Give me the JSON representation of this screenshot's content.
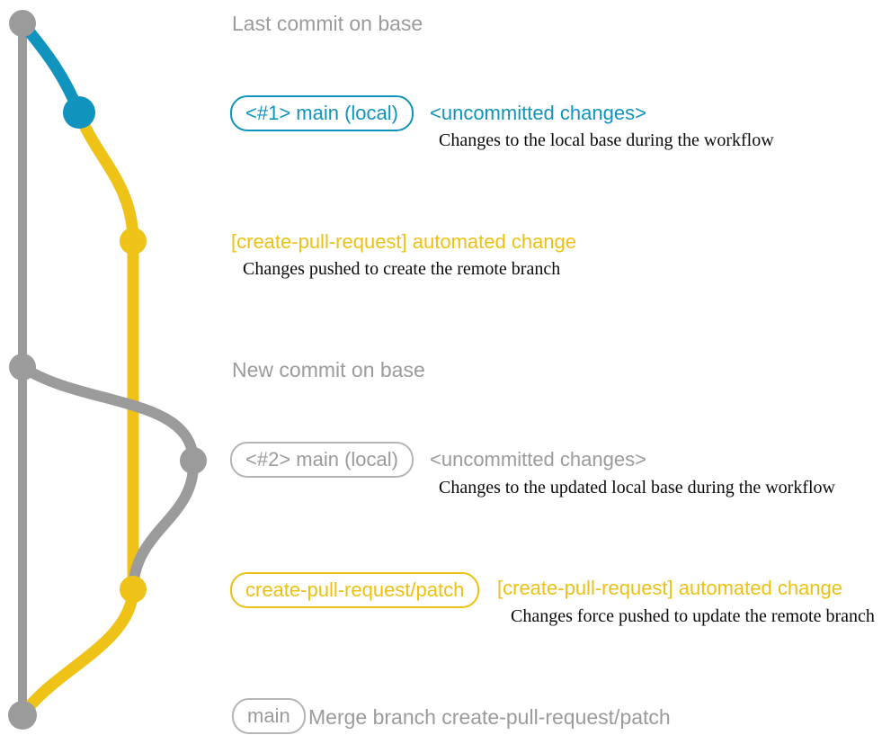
{
  "palette": {
    "base_gray": "#9b9b9b",
    "branch_blue": "#1093bd",
    "branch_yellow": "#eec216",
    "desc_black": "#0b0b0b"
  },
  "graph": {
    "branches": [
      {
        "name": "base",
        "color_key": "base_gray"
      },
      {
        "name": "main-local-1",
        "color_key": "branch_blue"
      },
      {
        "name": "create-pull-request-patch",
        "color_key": "branch_yellow"
      },
      {
        "name": "main-local-2",
        "color_key": "base_gray"
      }
    ],
    "commit_count": 7
  },
  "rows": {
    "last_commit": {
      "label": "Last commit on base"
    },
    "row1": {
      "badge": "<#1> main (local)",
      "title": "<uncommitted changes>",
      "desc": "Changes to the local base during the workflow"
    },
    "row2": {
      "title": "[create-pull-request] automated change",
      "desc": "Changes pushed to create the remote branch"
    },
    "new_commit": {
      "label": "New commit on base"
    },
    "row3": {
      "badge": "<#2> main (local)",
      "title": "<uncommitted changes>",
      "desc": "Changes to the updated local base during the workflow"
    },
    "row4": {
      "badge": "create-pull-request/patch",
      "title": "[create-pull-request] automated change",
      "desc": "Changes force pushed to update the remote branch"
    },
    "merge": {
      "badge": "main",
      "label": "Merge branch create-pull-request/patch"
    }
  }
}
